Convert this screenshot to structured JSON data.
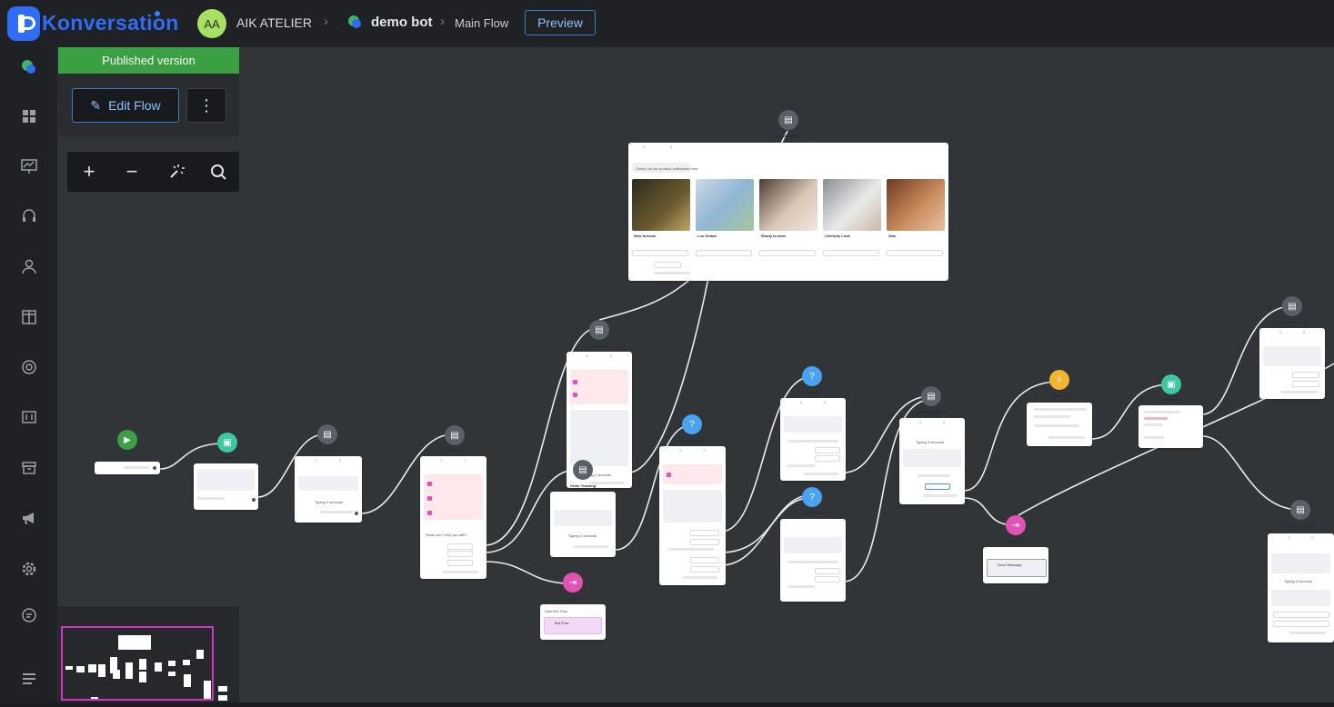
{
  "app": {
    "brand": "Konversation",
    "workspace_initials": "AA",
    "workspace_name": "AIK ATELIER",
    "bot_name": "demo bot",
    "flow_name": "Main Flow"
  },
  "toolbar": {
    "preview_label": "Preview",
    "published_label": "Published version",
    "edit_flow_label": "Edit Flow",
    "more_icon": "⋮"
  },
  "zoom": {
    "plus": "+",
    "minus": "−"
  },
  "sidebar": {
    "items": [
      "bot-icon",
      "grid-icon",
      "analytics-icon",
      "headset-icon",
      "user-icon",
      "layout-icon",
      "lifebuoy-icon",
      "dashboard-icon",
      "archive-icon",
      "megaphone-icon",
      "settings-icon",
      "chat-icon",
      "menu-icon"
    ]
  },
  "colors": {
    "accent": "#2f6df6",
    "published": "#3ba043",
    "canvas": "#323538",
    "start": "#3ba043",
    "condition": "#3fc7a3",
    "message": "#5a6068",
    "question": "#4aa3f0",
    "goto": "#e052b4",
    "action": "#f2b632",
    "minimap_frame": "#d633c9"
  },
  "nodes": {
    "start": {
      "caption": "Start"
    },
    "condition1": {
      "caption": "Condition 1"
    },
    "message1": {
      "caption": "Send Message #1",
      "typing": "Typing 3 seconds"
    },
    "welcome": {
      "caption": "Welcome",
      "question": "What can I help you with?"
    },
    "carousel": {
      "caption": "Send Message #3",
      "intro": "Check out our product collections here",
      "products": [
        "New Arrivals",
        "Lux Global",
        "Ready to wear",
        "Celebrity Look",
        "Sale"
      ]
    },
    "shopping": {
      "caption": "Shopping",
      "typing": "Typing 2 seconds"
    },
    "order_tracking": {
      "caption": "Order Tracking",
      "typing": "Typing 2 seconds"
    },
    "goto1": {
      "caption": "Goto #1",
      "title": "Start Bot Flow",
      "item": "Bot Flow"
    },
    "track_order": {
      "caption": "Track order details"
    },
    "question2": {
      "caption": "Question #2"
    },
    "question3": {
      "caption": "Question #3"
    },
    "message2": {
      "caption": "Send Message #2",
      "typing": "Typing 3 seconds"
    },
    "action1": {
      "caption": "Action #1"
    },
    "goto2": {
      "caption": "Goto #2",
      "title": "Send Message"
    },
    "condition2": {
      "caption": "Condition #2"
    },
    "message_top": {
      "caption": "Send Message #4"
    },
    "message_bottom": {
      "caption": "Send Message #5",
      "typing": "Typing 3 seconds"
    }
  }
}
